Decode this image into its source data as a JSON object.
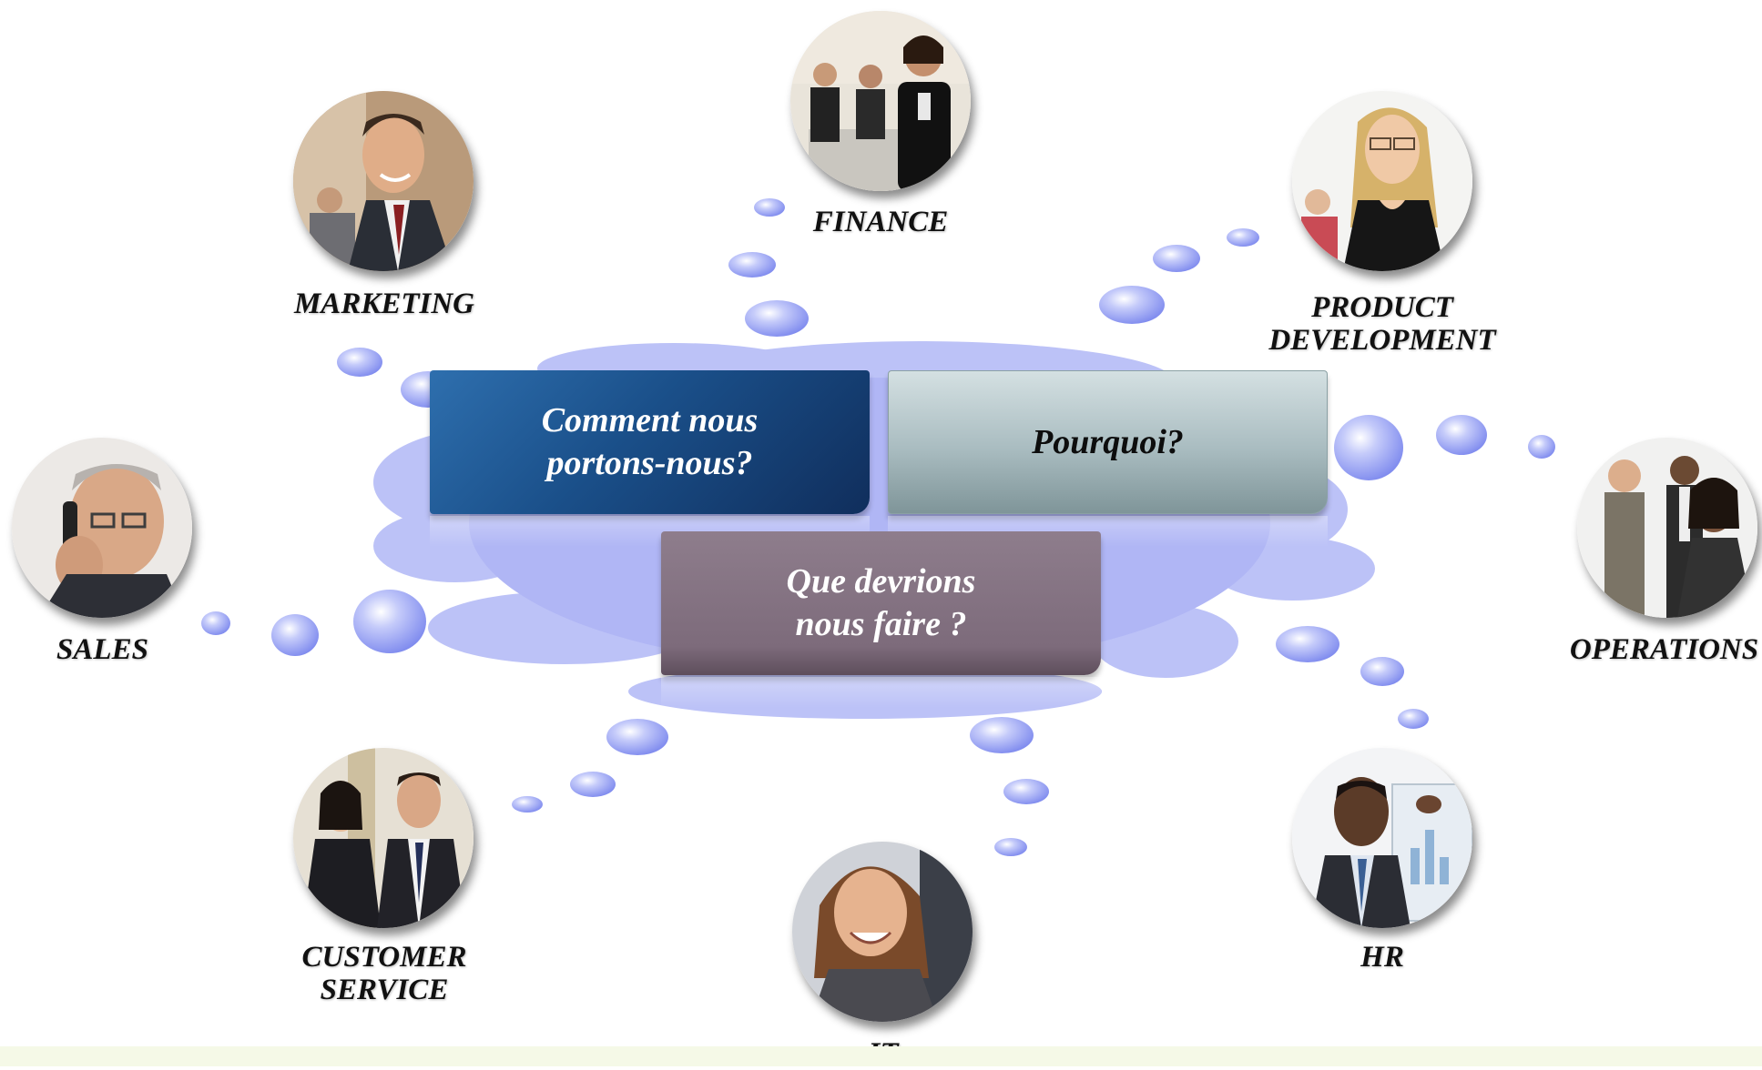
{
  "questions": {
    "how": "Comment nous\nportons-nous?",
    "why": "Pourquoi?",
    "what": "Que devrions\nnous faire ?"
  },
  "departments": [
    {
      "id": "finance",
      "label": "FINANCE",
      "photo_desc": "group of office workers"
    },
    {
      "id": "marketing",
      "label": "MARKETING",
      "photo_desc": "smiling businessman"
    },
    {
      "id": "product",
      "label": "PRODUCT\nDEVELOPMENT",
      "photo_desc": "woman with glasses"
    },
    {
      "id": "sales",
      "label": "SALES",
      "photo_desc": "man on phone"
    },
    {
      "id": "operations",
      "label": "OPERATIONS",
      "photo_desc": "team of professionals"
    },
    {
      "id": "customer-service",
      "label": "CUSTOMER\nSERVICE",
      "photo_desc": "two business people"
    },
    {
      "id": "it",
      "label": "IT",
      "photo_desc": "smiling woman"
    },
    {
      "id": "hr",
      "label": "HR",
      "photo_desc": "presenter with chart"
    }
  ],
  "colors": {
    "cloud": "#b9c0f6",
    "bubble": "#8e9af0",
    "how_box": "#1a4f89",
    "why_box": "#a9bcc0",
    "what_box": "#7d6b7b"
  }
}
